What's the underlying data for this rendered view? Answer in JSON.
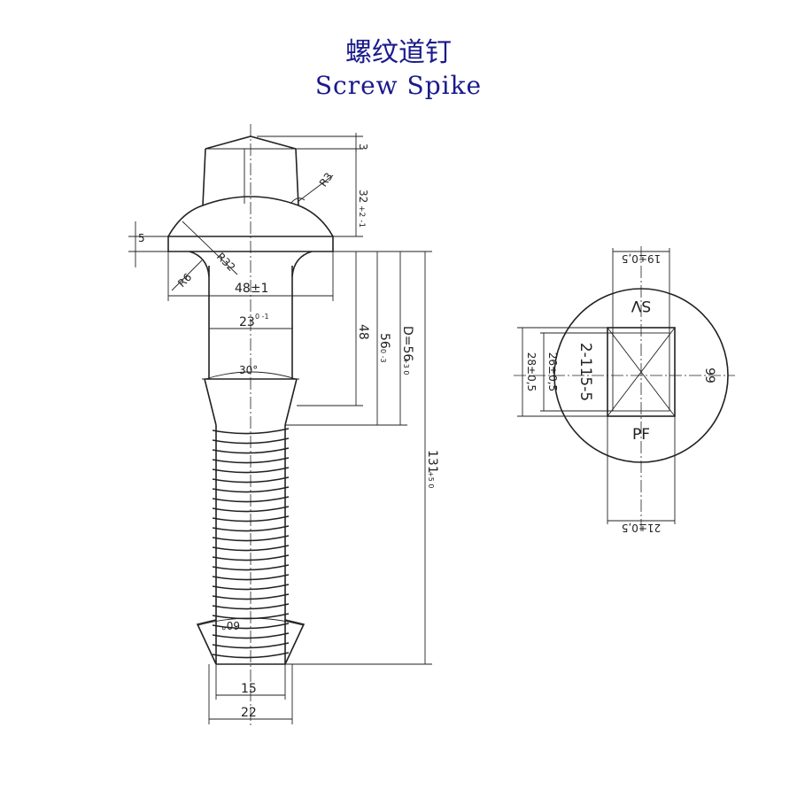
{
  "title": {
    "cn": "螺纹道钉",
    "en": "Screw Spike"
  },
  "side_view": {
    "dim_head_top": "3",
    "dim_head_height": "32",
    "dim_head_height_tol": "+2 -1",
    "dim_flange": "5",
    "dim_r3": "R3",
    "dim_r32": "R32",
    "dim_r6": "R6",
    "dim_flange_width": "48±1",
    "dim_shank_dia": "23",
    "dim_shank_tol": "0 -1",
    "dim_48": "48",
    "dim_56": "56",
    "dim_56_tol": "0 -3",
    "dim_d": "D=56",
    "dim_d_tol": "+3 0",
    "dim_131": "131",
    "dim_131_tol": "+5 0",
    "dim_30deg": "30°",
    "dim_60deg": "60°",
    "dim_15": "15",
    "dim_22": "22"
  },
  "top_view": {
    "dim_19": "19±0,5",
    "dim_21": "21±0,5",
    "dim_26": "26±0,5",
    "dim_28": "28±0,5",
    "dim_99": "99",
    "mark_sv": "SV",
    "mark_pf": "PF",
    "mark_2115": "2-115-5"
  }
}
